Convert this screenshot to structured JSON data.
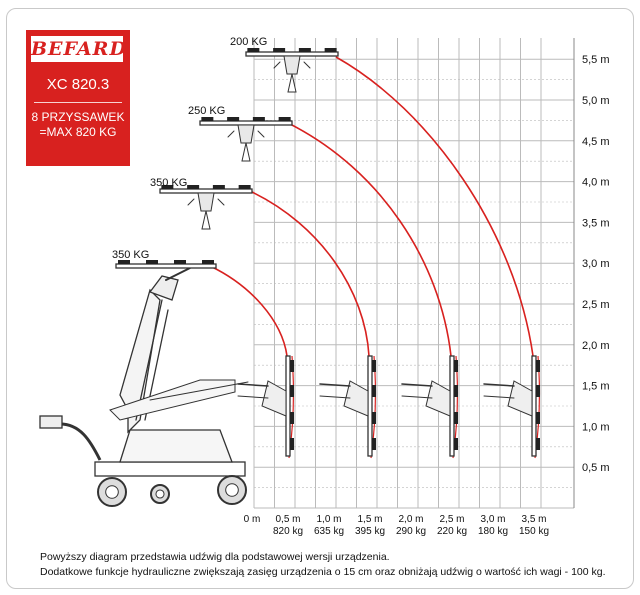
{
  "brand": {
    "logo": "BEFARD",
    "model": "XC 820.3",
    "description": "8 PRZYSSAWEK\n=MAX 820 KG"
  },
  "colors": {
    "accent": "#d8211f",
    "grid": "#bbbbbb",
    "machine": "#333333"
  },
  "load_labels": [
    {
      "text": "200 KG",
      "height_m": 5.5
    },
    {
      "text": "250 KG",
      "height_m": 4.6
    },
    {
      "text": "350 KG",
      "height_m": 3.8
    },
    {
      "text": "350 KG",
      "height_m": 2.9
    }
  ],
  "y_axis": [
    "5,5 m",
    "5,0 m",
    "4,5 m",
    "4,0 m",
    "3,5 m",
    "3,0 m",
    "2,5 m",
    "2,0 m",
    "1,5 m",
    "1,0 m",
    "0,5 m"
  ],
  "x_axis": [
    {
      "distance": "0 m",
      "load": ""
    },
    {
      "distance": "0,5 m",
      "load": "820 kg"
    },
    {
      "distance": "1,0 m",
      "load": "635 kg"
    },
    {
      "distance": "1,5 m",
      "load": "395 kg"
    },
    {
      "distance": "2,0 m",
      "load": "290 kg"
    },
    {
      "distance": "2,5 m",
      "load": "220 kg"
    },
    {
      "distance": "3,0 m",
      "load": "180 kg"
    },
    {
      "distance": "3,5 m",
      "load": "150 kg"
    }
  ],
  "footnote": {
    "line1": "Powyższy diagram przedstawia udźwig dla podstawowej wersji urządzenia.",
    "line2": "Dodatkowe funkcje hydrauliczne zwiększają zasięg urządzenia o 15 cm oraz obniżają udźwig o wartość ich wagi - 100 kg."
  }
}
